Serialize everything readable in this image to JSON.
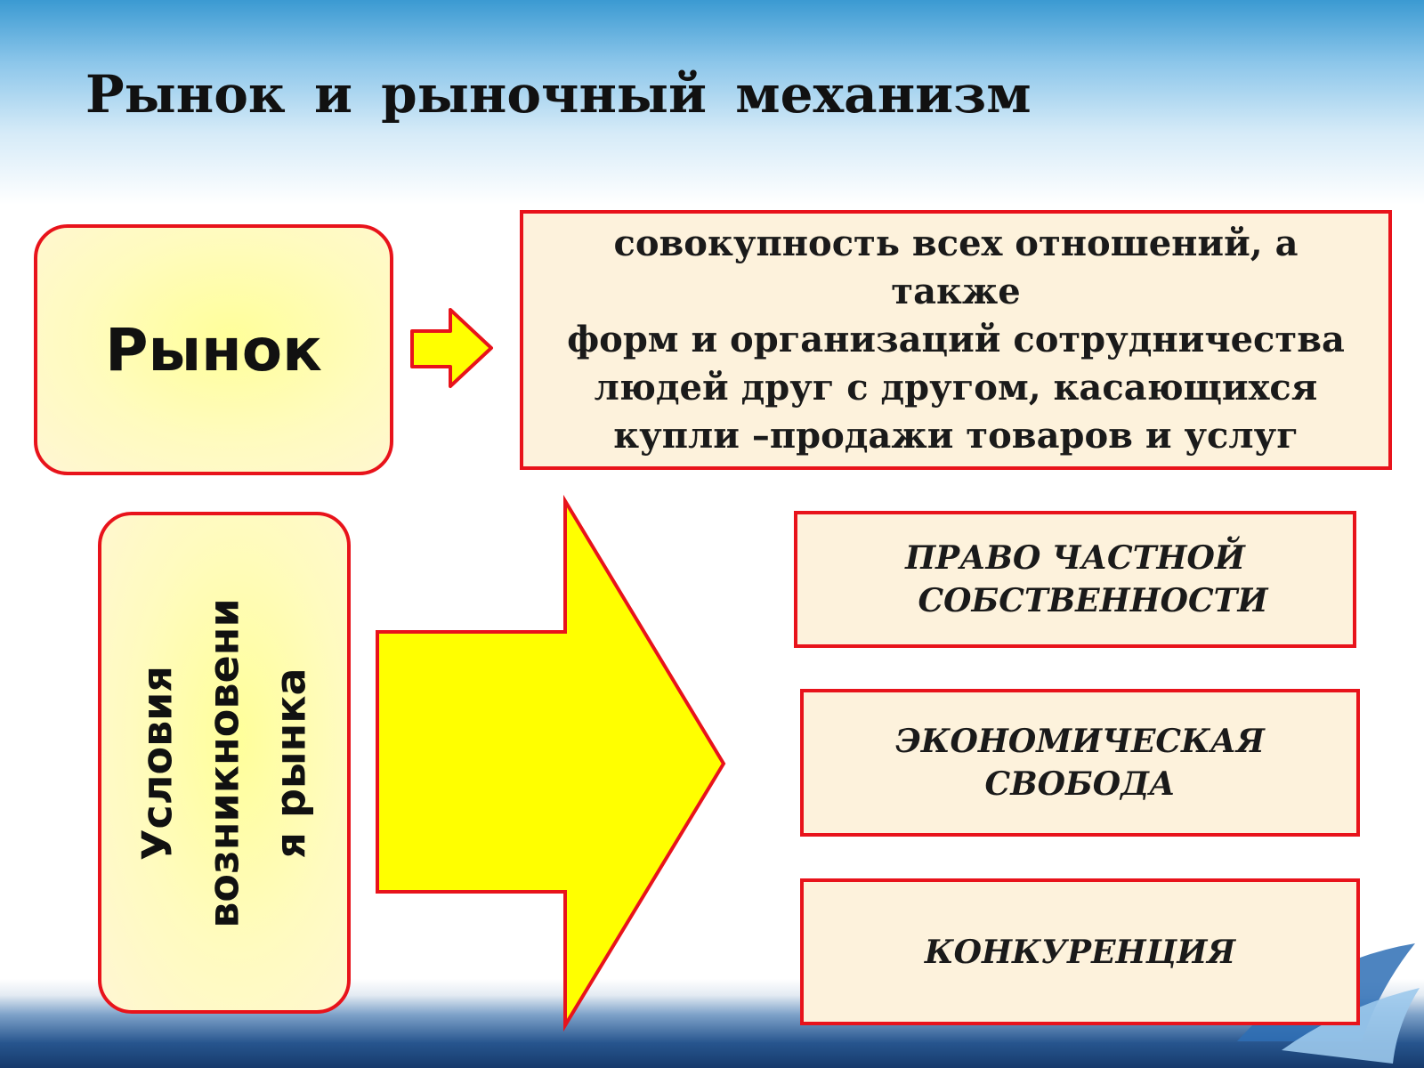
{
  "slide": {
    "title": "Рынок и рыночный механизм"
  },
  "market_box": {
    "label": "Рынок"
  },
  "definition_box": {
    "lines": [
      "совокупность всех отношений, а также",
      "форм и организаций сотрудничества",
      "людей друг с другом, касающихся",
      "купли –продажи товаров и услуг"
    ]
  },
  "conditions_box": {
    "lines": [
      "Условия",
      "возникновени",
      "я рынка"
    ]
  },
  "conditions": [
    {
      "lines": [
        "ПРАВО ЧАСТНОЙ",
        "СОБСТВЕННОСТИ"
      ]
    },
    {
      "lines": [
        "ЭКОНОМИЧЕСКАЯ",
        "СВОБОДА"
      ]
    },
    {
      "lines": [
        "КОНКУРЕНЦИЯ"
      ]
    }
  ],
  "colors": {
    "border": "#e8131b",
    "arrow_fill": "#ffff00",
    "box_fill": "#fdf2dc",
    "rounded_fill": "#fffbbf"
  }
}
